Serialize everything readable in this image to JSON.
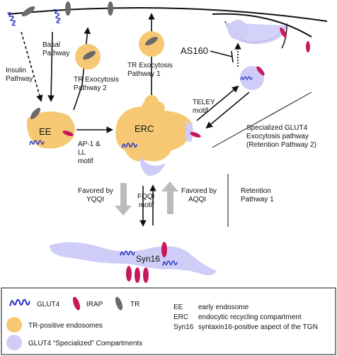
{
  "colors": {
    "tr_endosome": "#f6c873",
    "glut4_compartment": "#cfcdf7",
    "glut4_protein": "#2b33c9",
    "irap": "#c8185c",
    "tr": "#6a6a6a",
    "arrow": "#111111",
    "gray_arrow": "#bbbbbb"
  },
  "icons": [
    "glut4-coil-icon",
    "irap-icon",
    "tr-icon",
    "tr-endosome-swatch",
    "glut4-compartment-swatch"
  ],
  "labels": {
    "insulin_1": "Insulin",
    "insulin_2": "Pathway",
    "basal_1": "Basal",
    "basal_2": "Pathway",
    "tr_exo2_1": "TR Exocytosis",
    "tr_exo2_2": "Pathway 2",
    "tr_exo1_1": "TR Exocytosis",
    "tr_exo1_2": "Pathway 1",
    "as160": "AS160",
    "teley_1": "TELEY",
    "teley_2": "motif",
    "ee": "EE",
    "erc": "ERC",
    "ap1_1": "AP-1 &",
    "ap1_2": "LL",
    "ap1_3": "motif",
    "specialized_1": "Specialized GLUT4",
    "specialized_2": "Exocytosis pathway",
    "specialized_3": "(Retention Pathway 2)",
    "favored_yqqi_1": "Favored by",
    "favored_yqqi_2": "YQQI",
    "fqqi_1": "FQQI",
    "fqqi_2": "motif",
    "favored_aqqi_1": "Favored by",
    "favored_aqqi_2": "AQQI",
    "retention1_1": "Retention",
    "retention1_2": "Pathway 1",
    "syn16": "Syn16"
  },
  "legend": {
    "glut4": "GLUT4",
    "irap": "IRAP",
    "tr": "TR",
    "tr_endosomes": "TR-positive endosomes",
    "glut4_compartments": "GLUT4 “Specialized” Compartments",
    "abbreviations": [
      {
        "abbr": "EE",
        "full": "early endosome"
      },
      {
        "abbr": "ERC",
        "full": "endocytic recycling compartment"
      },
      {
        "abbr": "Syn16",
        "full": "syntaxin16-positive aspect of the TGN"
      }
    ]
  }
}
